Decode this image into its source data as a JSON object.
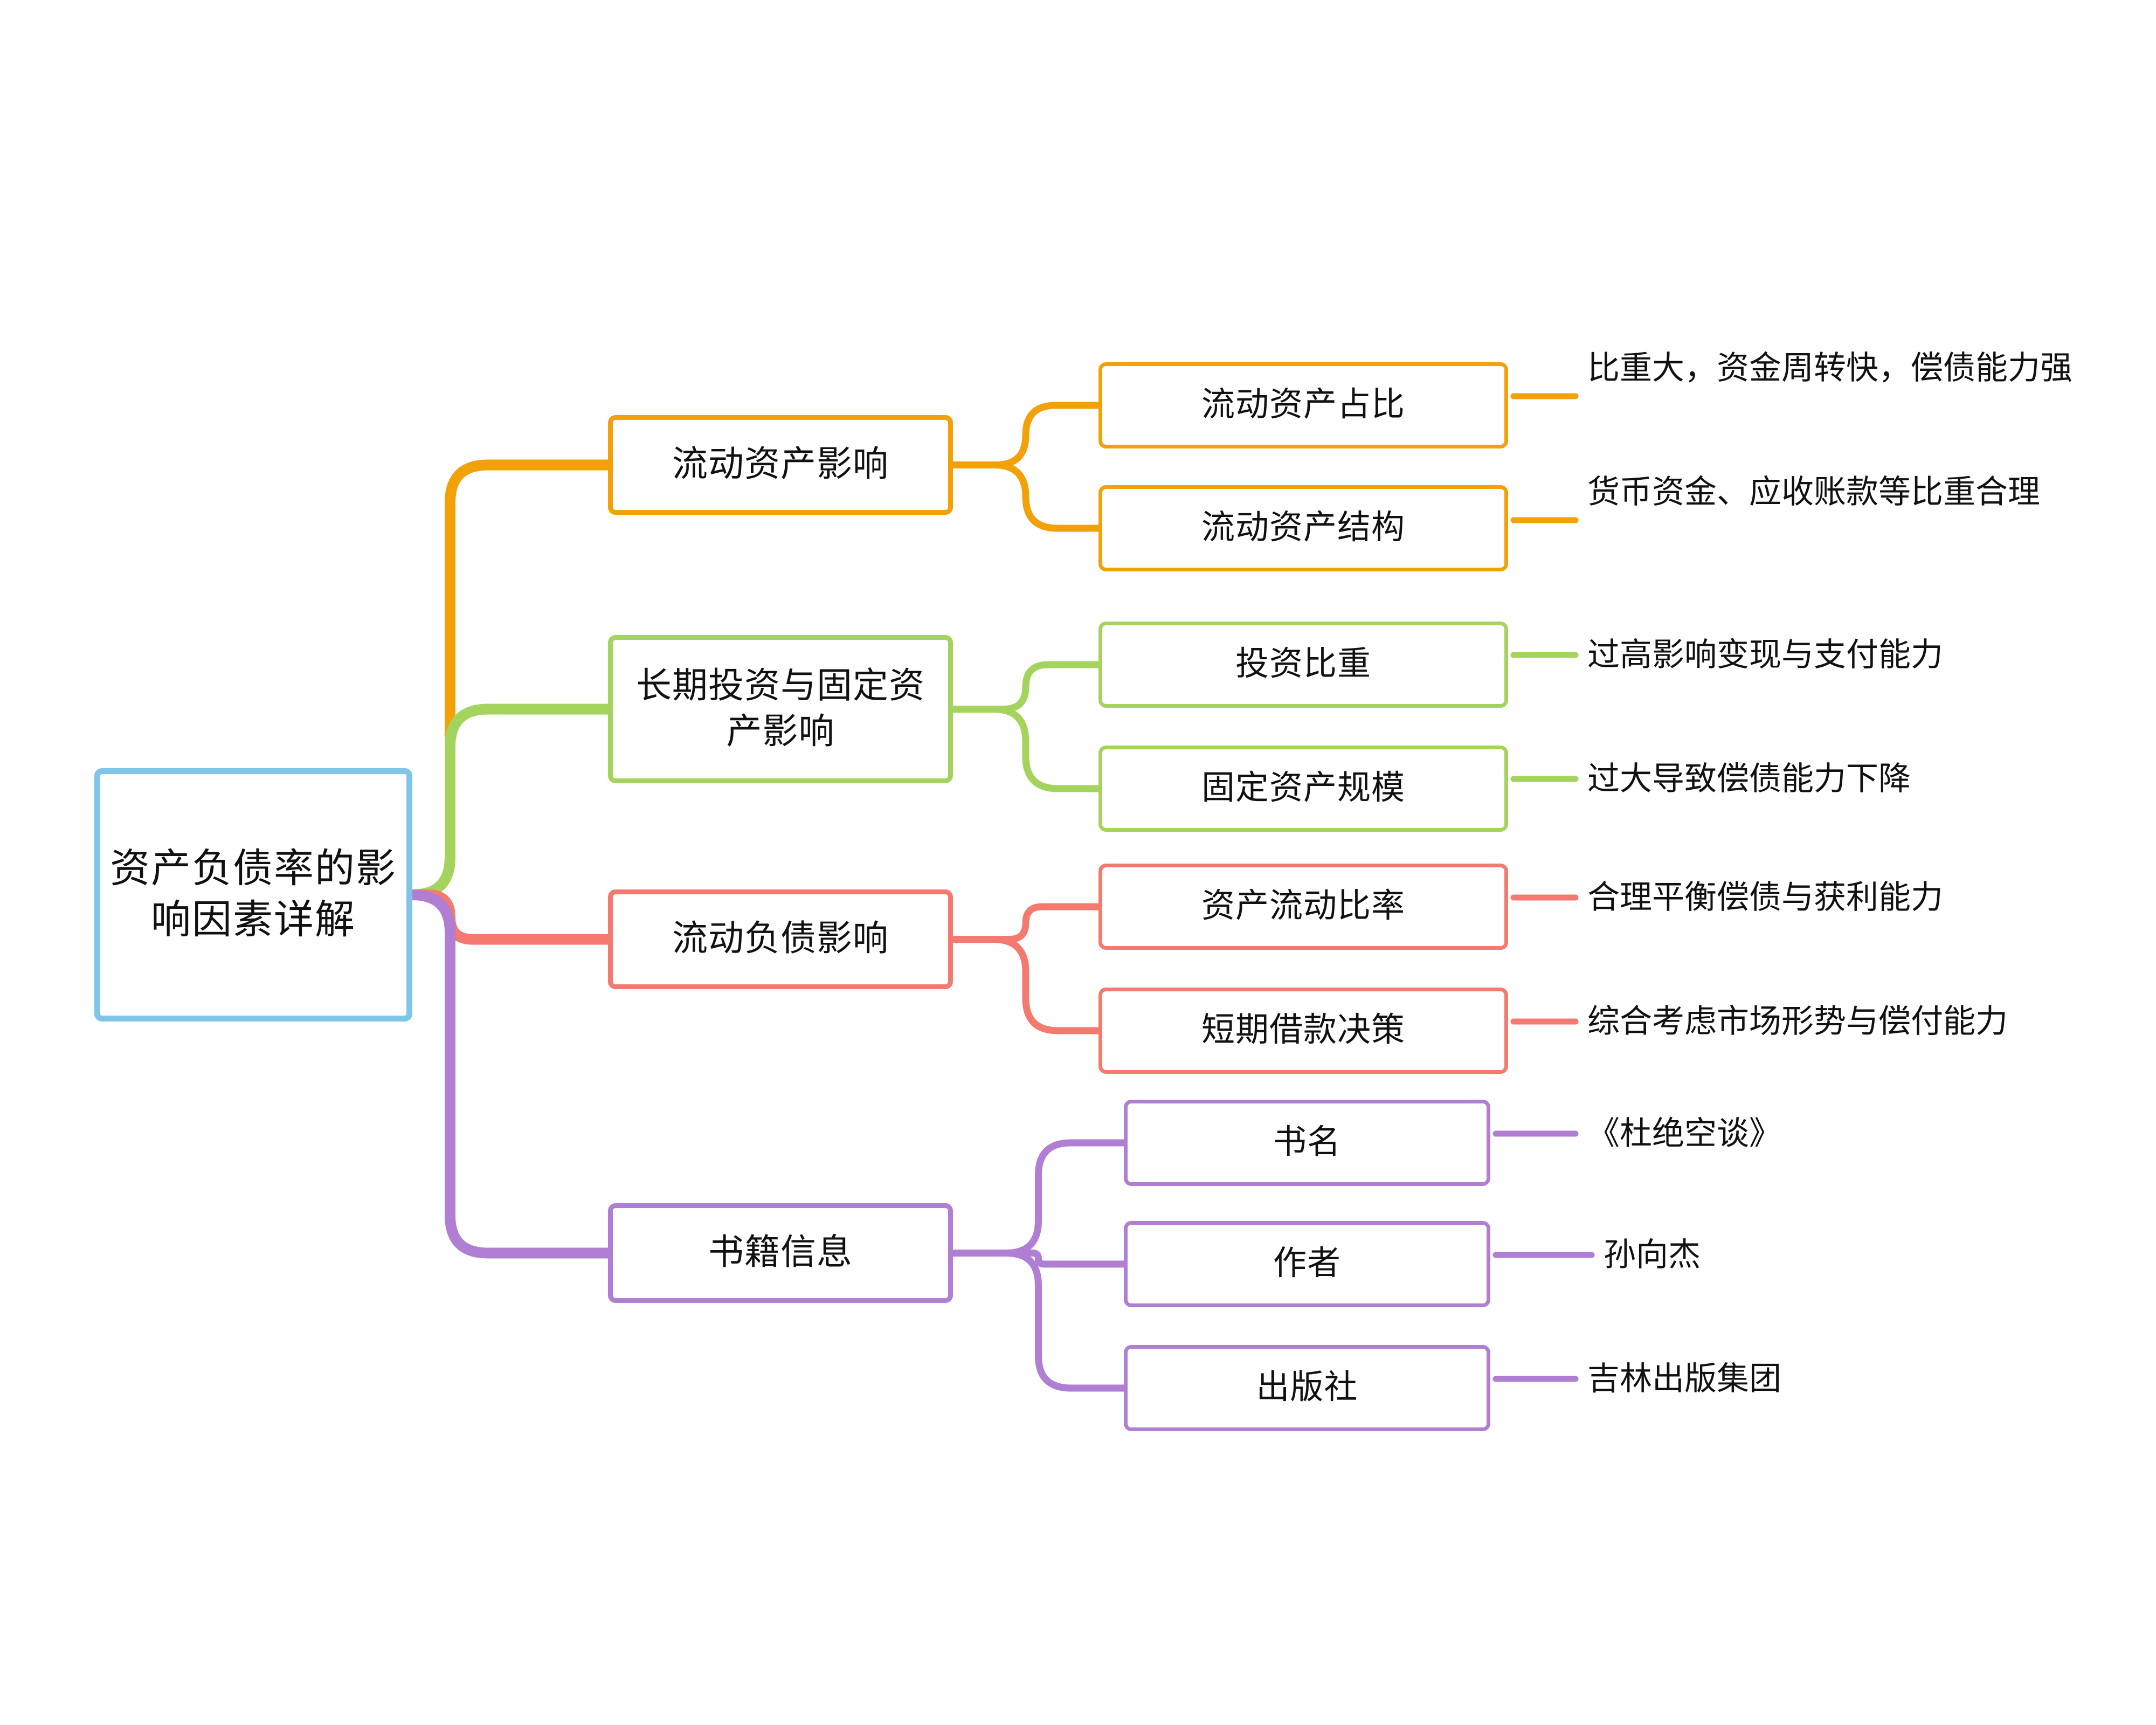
{
  "diagram": {
    "type": "mindmap",
    "orientation": "left-to-right",
    "background": "#FFFFFF",
    "root": {
      "label": "资产负债率的影响因素详解",
      "color": "#7FC5E8"
    },
    "branches": [
      {
        "label": "流动资产影响",
        "color": "#F2A208",
        "children": [
          {
            "label": "流动资产占比",
            "leaf": "比重大，资金周转快，偿债能力强"
          },
          {
            "label": "流动资产结构",
            "leaf": "货币资金、应收账款等比重合理"
          }
        ]
      },
      {
        "label": "长期投资与固定资产影响",
        "color": "#A5D45E",
        "children": [
          {
            "label": "投资比重",
            "leaf": "过高影响变现与支付能力"
          },
          {
            "label": "固定资产规模",
            "leaf": "过大导致偿债能力下降"
          }
        ]
      },
      {
        "label": "流动负债影响",
        "color": "#F4796F",
        "children": [
          {
            "label": "资产流动比率",
            "leaf": "合理平衡偿债与获利能力"
          },
          {
            "label": "短期借款决策",
            "leaf": "综合考虑市场形势与偿付能力"
          }
        ]
      },
      {
        "label": "书籍信息",
        "color": "#B07FD4",
        "children": [
          {
            "label": "书名",
            "leaf": "《杜绝空谈》"
          },
          {
            "label": "作者",
            "leaf": "孙向杰"
          },
          {
            "label": "出版社",
            "leaf": "吉林出版集团"
          }
        ]
      }
    ]
  }
}
